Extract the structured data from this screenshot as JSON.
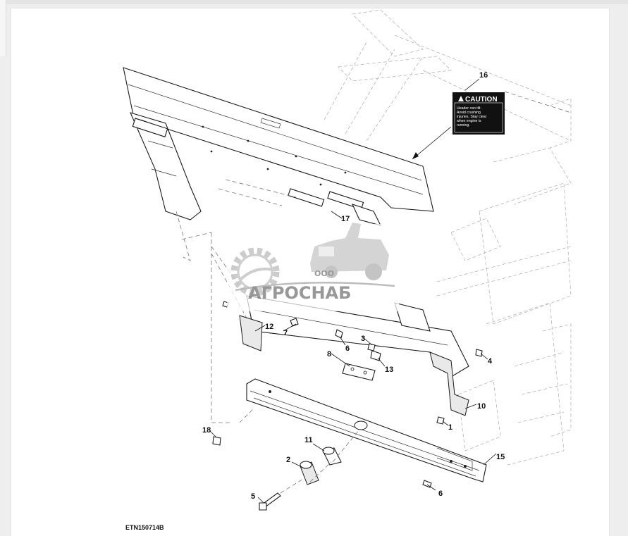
{
  "diagram": {
    "figure_id": "ETN150714B",
    "callouts": [
      "16",
      "17",
      "12",
      "7",
      "6",
      "3",
      "8",
      "13",
      "4",
      "10",
      "1",
      "18",
      "11",
      "2",
      "15",
      "5",
      "6"
    ]
  },
  "decal": {
    "heading": "CAUTION",
    "lines": [
      "Header can tilt.",
      "Avoid crushing",
      "injuries. Stay clear",
      "when engine is",
      "running."
    ]
  },
  "watermark": {
    "company_form": "ООО",
    "brand": "АГРОСНАБ"
  }
}
